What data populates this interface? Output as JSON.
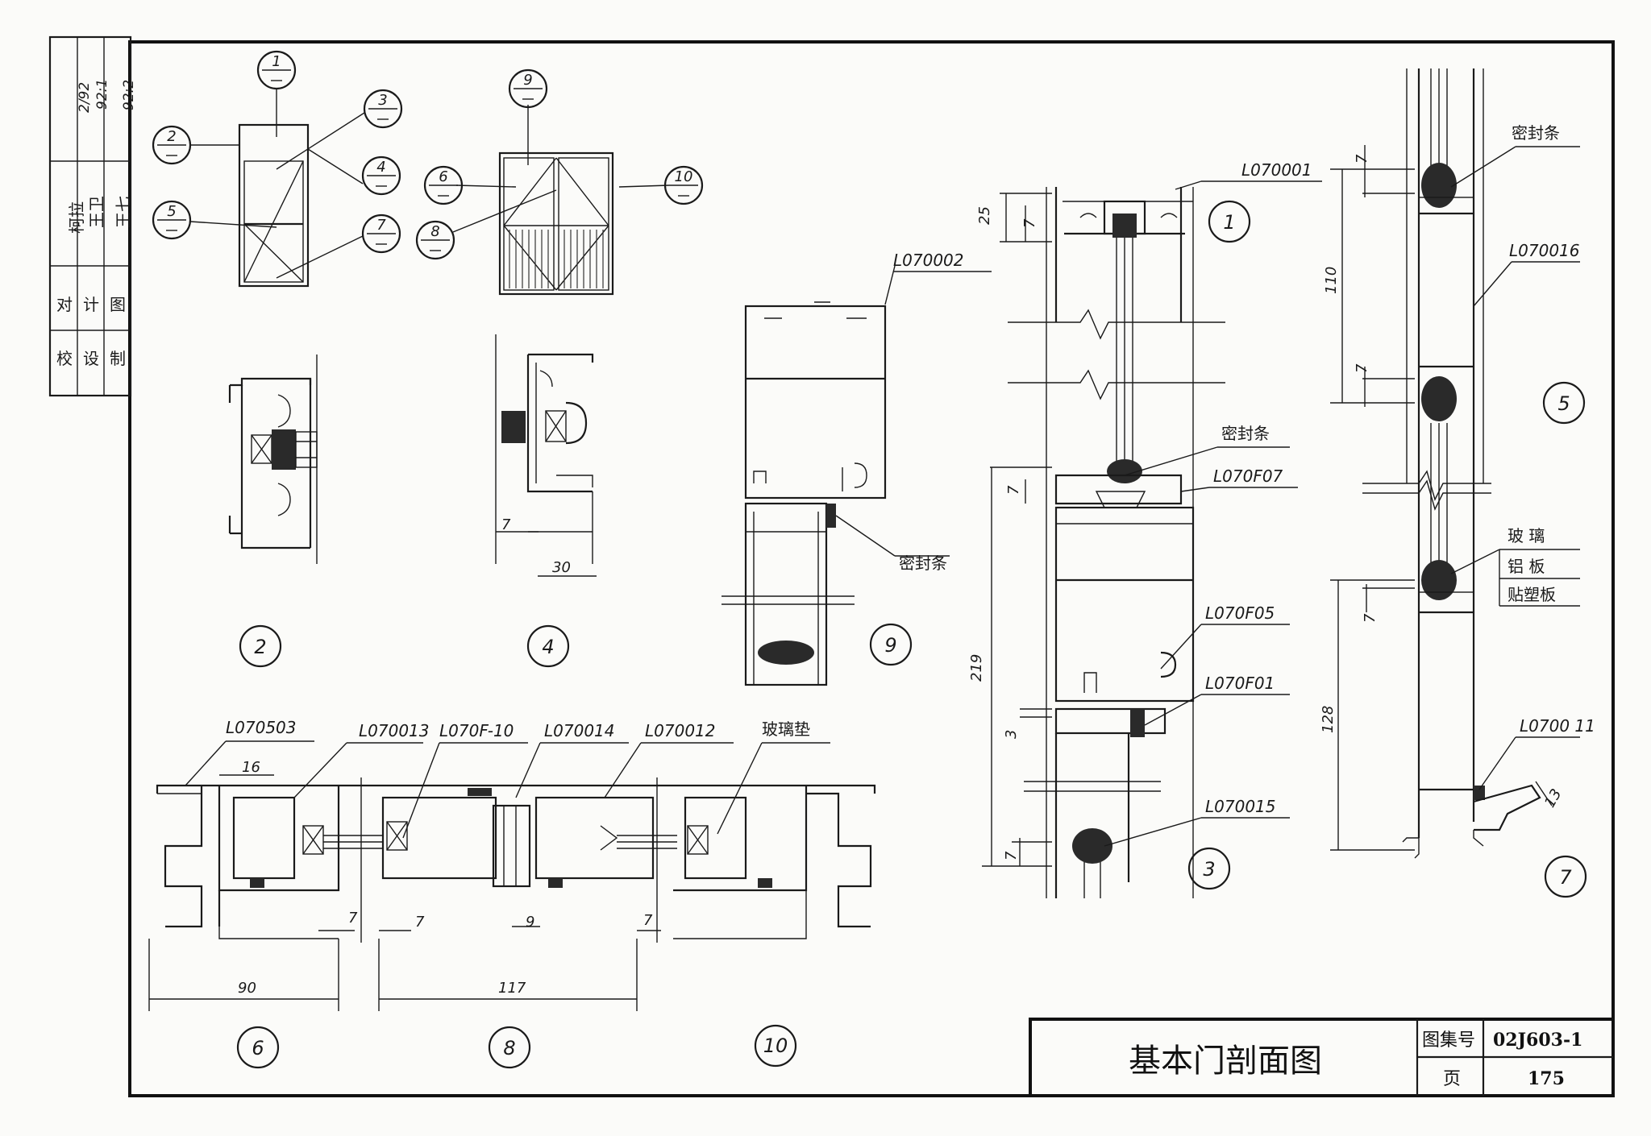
{
  "title_block": {
    "drawing_title": "基本门剖面图",
    "atlas_label": "图集号",
    "atlas_no": "02J603-1",
    "page_label": "页",
    "page_no": "175"
  },
  "side_stamp": {
    "roles": [
      "校",
      "对",
      "设",
      "计",
      "制",
      "图"
    ],
    "signatures": [
      "柯拉",
      "王卫",
      "王七"
    ],
    "codes": [
      "2/92",
      "92:1",
      "92:2"
    ]
  },
  "index_markers": {
    "elevation_a": [
      "1",
      "2",
      "3",
      "4",
      "5",
      "7"
    ],
    "elevation_b": [
      "9",
      "6",
      "8",
      "10"
    ]
  },
  "section_numbers": [
    "1",
    "2",
    "3",
    "4",
    "5",
    "6",
    "7",
    "8",
    "9",
    "10"
  ],
  "part_codes": {
    "p1": "L070001",
    "p2": "L070002",
    "p3": "L070F07",
    "p4": "L070F05",
    "p5": "L070F01",
    "p6": "L070015",
    "p7": "L070016",
    "p8": "L0700 11",
    "p9": "L070503",
    "p10": "L070013",
    "p11": "L070F-10",
    "p12": "L070014",
    "p13": "L070012"
  },
  "annotations": {
    "seal_strip": "密封条",
    "glass_pad": "玻璃垫",
    "infill_glass": "玻  璃",
    "infill_al": "铝  板",
    "infill_plastic": "贴塑板"
  },
  "dimensions": {
    "d7": "7",
    "d30": "30",
    "d25": "25",
    "d219": "219",
    "d3": "3",
    "d110": "110",
    "d128": "128",
    "d13": "13",
    "d16": "16",
    "d9": "9",
    "d90": "90",
    "d117": "117"
  }
}
